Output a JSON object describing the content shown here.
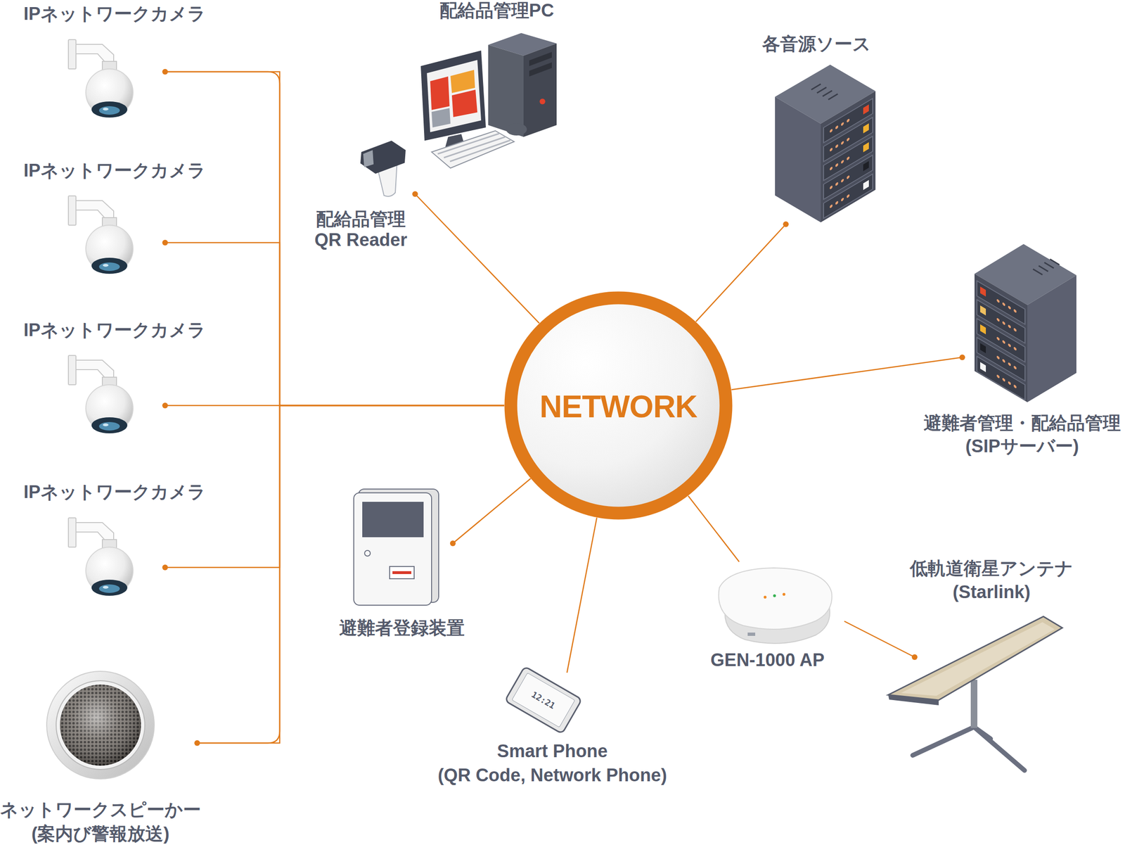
{
  "diagram": {
    "nodes": [
      {
        "text": [
          "IPネットワークカメラ"
        ]
      },
      {
        "text": [
          "配給品管理PC"
        ]
      },
      {
        "text": [
          "各音源ソース"
        ]
      },
      {
        "text": [
          "配給品管理 QR Reader"
        ]
      },
      {
        "text": [
          "IPネットワークカメラ"
        ]
      },
      {
        "text": [
          "IPネットワークカメラ"
        ]
      },
      {
        "text": [
          "NETWORK"
        ]
      },
      {
        "text": [
          "避難者管理・配給品管理",
          "(SIPサーバー)"
        ]
      },
      {
        "text": [
          "IPネットワークカメラ"
        ]
      },
      {
        "text": [
          "避難者登録装置"
        ]
      },
      {
        "text": [
          "GEN-1000 AP"
        ]
      },
      {
        "text": [
          "低軌道衛星アンテナ",
          "(Starlink)"
        ]
      },
      {
        "text": [
          "Smart Phone",
          "(QR Code, Network Phone)"
        ]
      },
      {
        "text": [
          "ネットワークスピーかー",
          "(案内び警報放送)"
        ]
      }
    ],
    "edges": [
      {
        "from": 0,
        "to": 6,
        "arrow": "none"
      },
      {
        "from": 4,
        "to": 6,
        "arrow": "none"
      },
      {
        "from": 5,
        "to": 6,
        "arrow": "none"
      },
      {
        "from": 8,
        "to": 6,
        "arrow": "none"
      },
      {
        "from": 13,
        "to": 6,
        "arrow": "none"
      },
      {
        "from": 3,
        "to": 6,
        "arrow": "none"
      },
      {
        "from": 2,
        "to": 6,
        "arrow": "none"
      },
      {
        "from": 7,
        "to": 6,
        "arrow": "none"
      },
      {
        "from": 9,
        "to": 6,
        "arrow": "none"
      },
      {
        "from": 12,
        "to": 6,
        "arrow": "none"
      },
      {
        "from": 10,
        "to": 6,
        "arrow": "none"
      },
      {
        "from": 10,
        "to": 11,
        "arrow": "none"
      }
    ],
    "labels": [
      "12:21"
    ]
  }
}
